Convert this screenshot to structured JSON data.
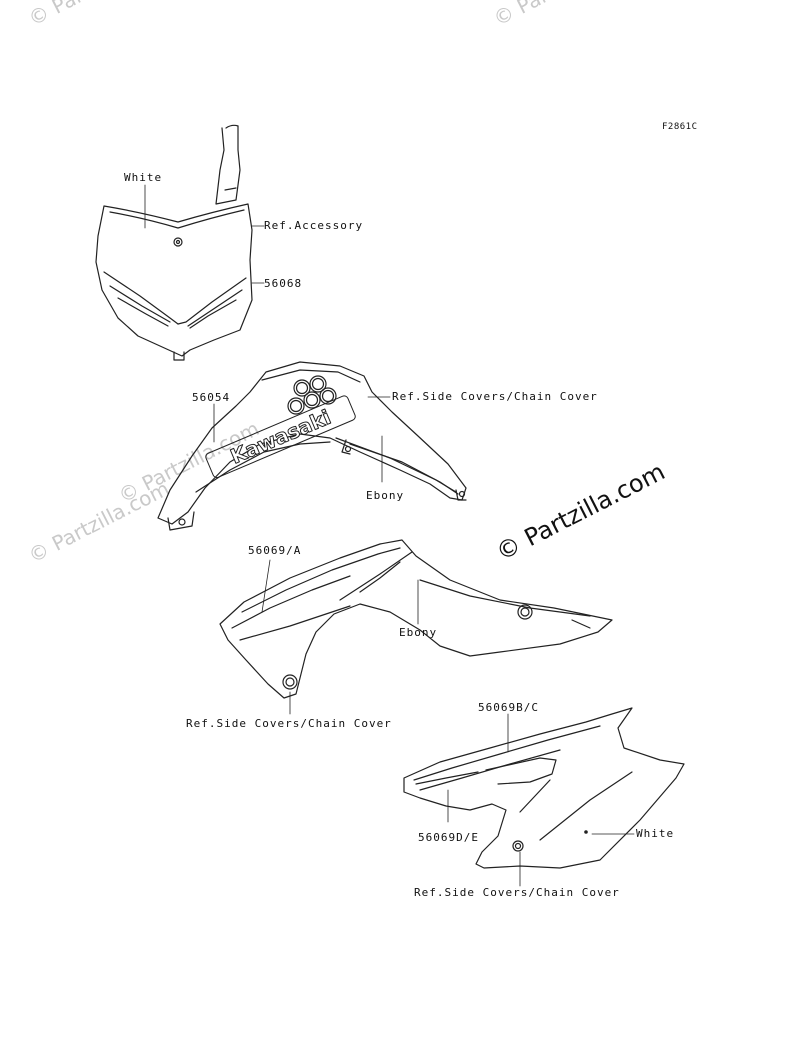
{
  "figure_code": "F2861C",
  "watermark": "© Partzilla.com",
  "faint_watermarks": [
    "© Partzilla.com",
    "© Partzilla.com",
    "© Partzilla.com",
    "© Partzilla.com"
  ],
  "labels": {
    "white_top": "White",
    "ref_accessory": "Ref.Accessory",
    "part_56068": "56068",
    "part_56054": "56054",
    "ref_side_1": "Ref.Side Covers/Chain Cover",
    "ebony_1": "Ebony",
    "part_56069a": "56069/A",
    "ebony_2": "Ebony",
    "ref_side_2": "Ref.Side Covers/Chain Cover",
    "part_56069bc": "56069B/C",
    "part_56069de": "56069D/E",
    "white_bottom": "White",
    "ref_side_3": "Ref.Side Covers/Chain Cover"
  },
  "decal_text": "Kawasaki"
}
